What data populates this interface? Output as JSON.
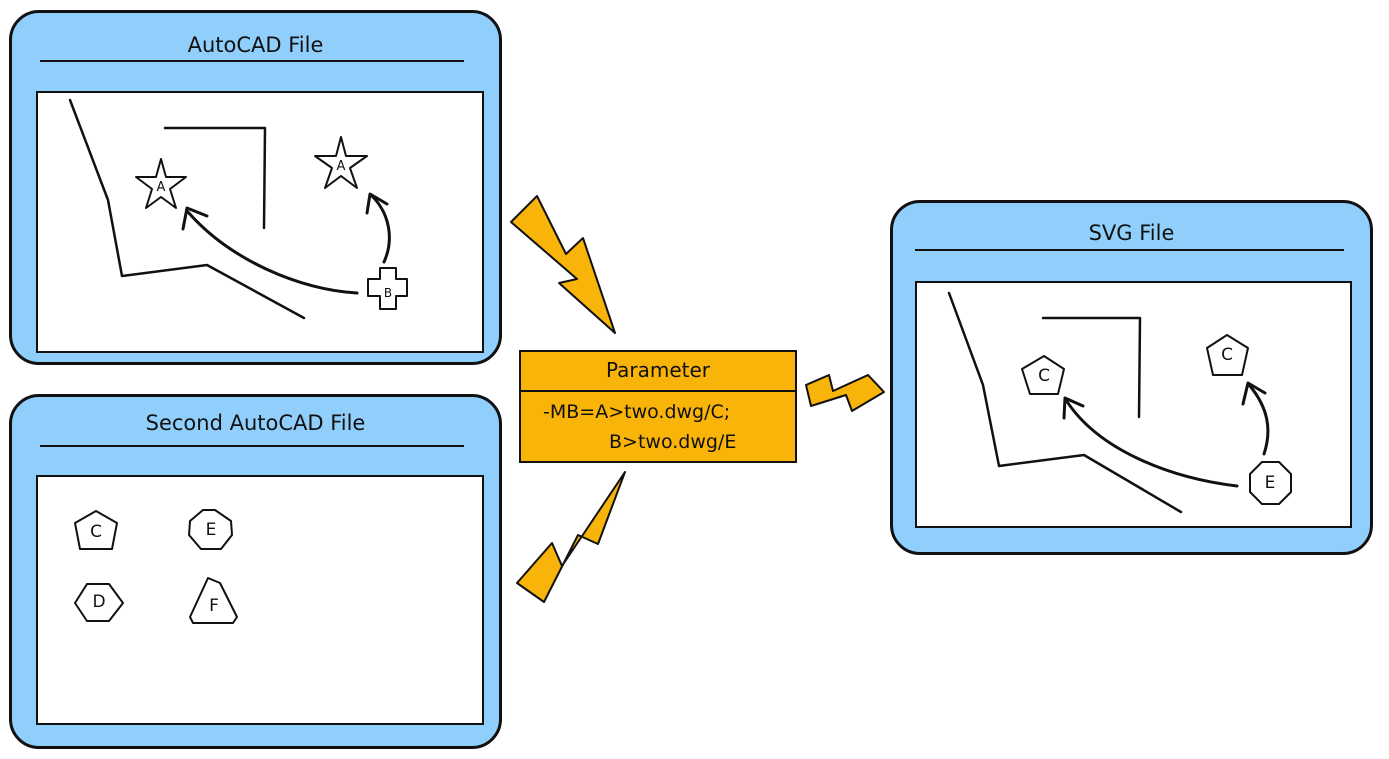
{
  "windows": {
    "autocad": {
      "title": "AutoCAD File",
      "symbols": [
        "A",
        "A",
        "B"
      ]
    },
    "second_autocad": {
      "title": "Second AutoCAD File",
      "symbols": [
        "C",
        "E",
        "D",
        "F"
      ]
    },
    "svg": {
      "title": "SVG File",
      "symbols": [
        "C",
        "C",
        "E"
      ]
    }
  },
  "parameter": {
    "title": "Parameter",
    "line1": "-MB=A>two.dwg/C;",
    "line2": "B>two.dwg/E"
  },
  "colors": {
    "window_fill": "#90cffb",
    "arrow_fill": "#f9b40a",
    "stroke": "#111111"
  }
}
